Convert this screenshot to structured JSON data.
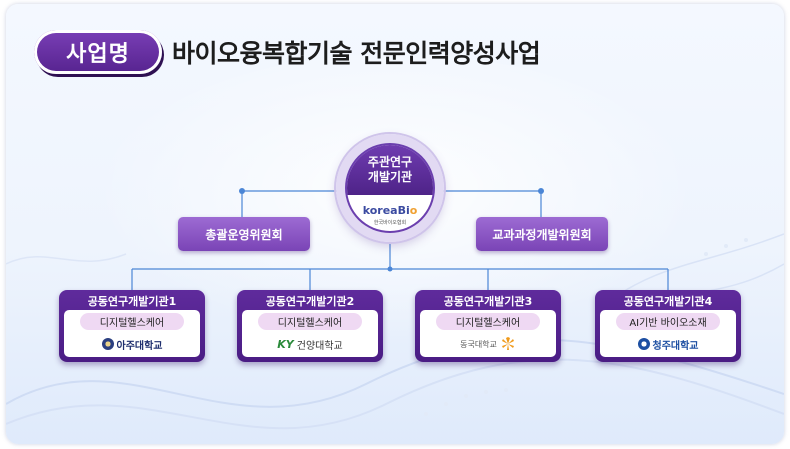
{
  "header": {
    "badge": "사업명",
    "title": "바이오융복합기술 전문인력양성사업"
  },
  "center": {
    "line1": "주관연구",
    "line2": "개발기관",
    "logo_word_a": "korea",
    "logo_word_b": "Bi",
    "logo_word_c": "o",
    "logo_sub": "한국바이오협회"
  },
  "committees": [
    {
      "label": "총괄운영위원회"
    },
    {
      "label": "교과과정개발위원회"
    }
  ],
  "orgs": [
    {
      "title": "공동연구개발기관1",
      "tag": "디지털헬스케어",
      "logo": "아주대학교"
    },
    {
      "title": "공동연구개발기관2",
      "tag": "디지털헬스케어",
      "logo_mark": "KY",
      "logo": "건양대학교"
    },
    {
      "title": "공동연구개발기관3",
      "tag": "디지털헬스케어",
      "logo": "동국대학교"
    },
    {
      "title": "공동연구개발기관4",
      "tag": "AI기반 바이오소재",
      "logo": "청주대학교"
    }
  ],
  "colors": {
    "primary_purple": "#5f2b9c",
    "committee_purple": "#8b57c4",
    "tag_pink": "#efd9f3",
    "connector_blue": "#4b86d6"
  }
}
